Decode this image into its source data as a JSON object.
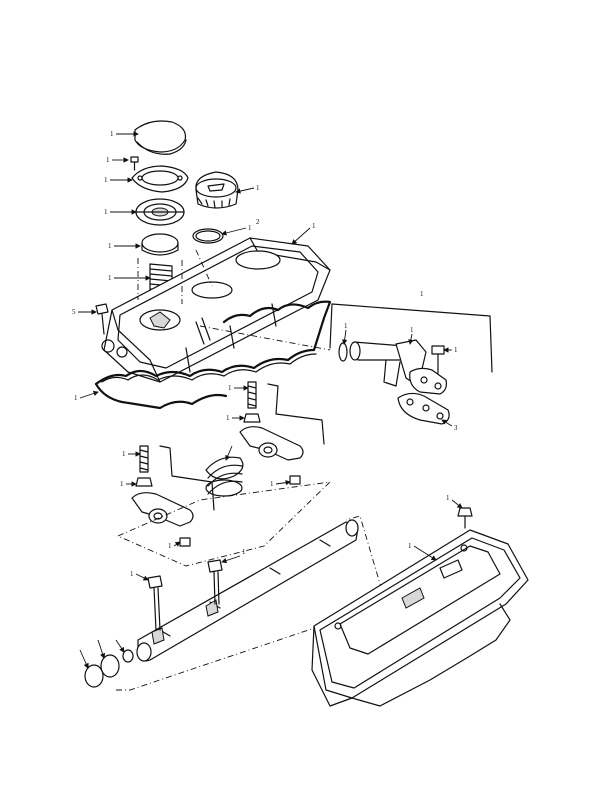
{
  "diagram": {
    "callouts": [
      "1",
      "1",
      "1",
      "1",
      "1",
      "1",
      "1",
      "1",
      "1",
      "2",
      "1",
      "1",
      "1",
      "1",
      "3",
      "5",
      "1",
      "1",
      "1",
      "1",
      "1",
      "1",
      "1",
      "1",
      "1",
      "1",
      "1"
    ]
  }
}
